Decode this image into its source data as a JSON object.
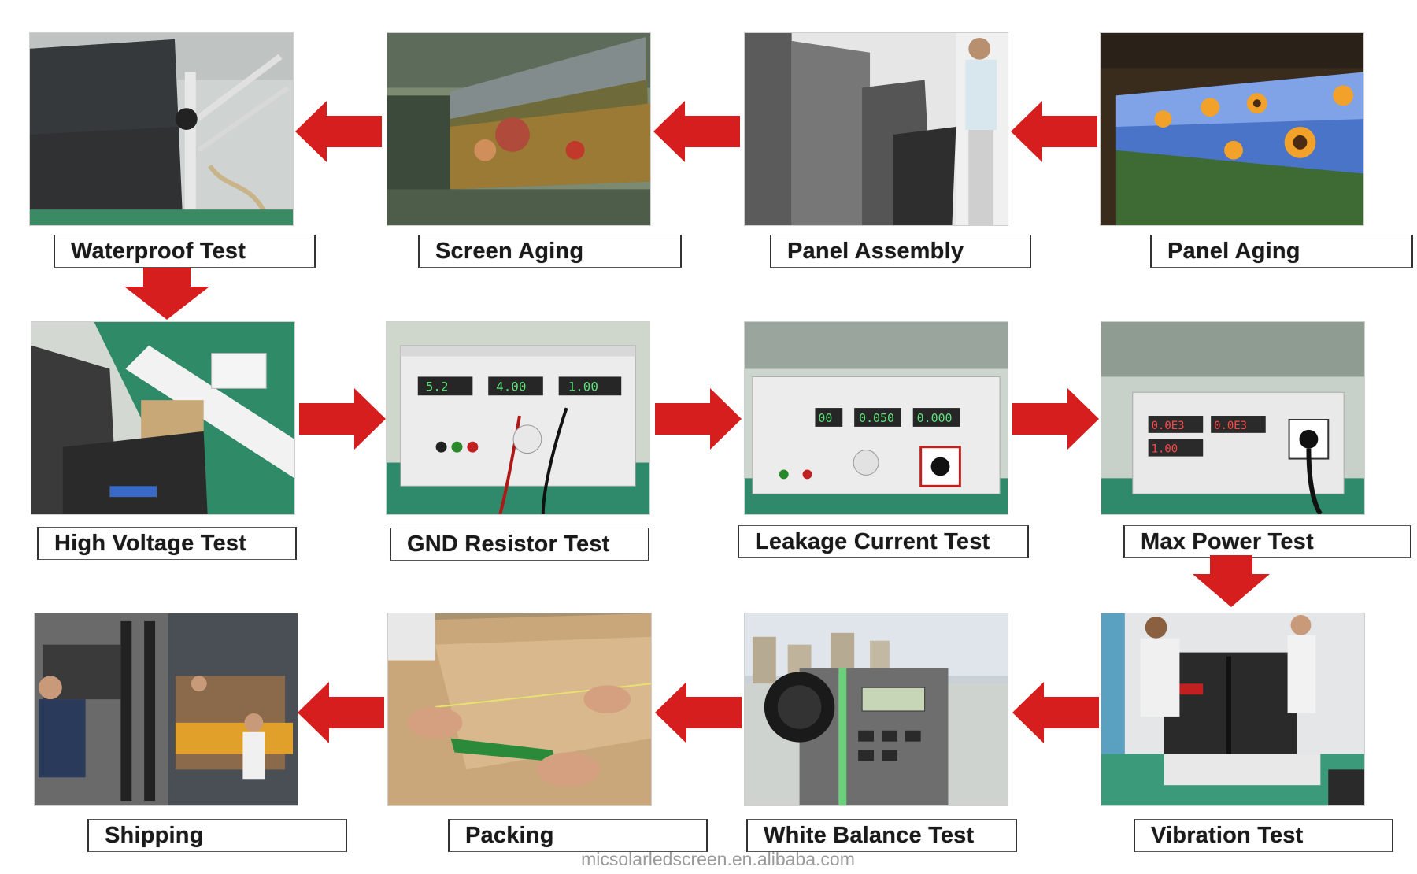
{
  "steps": [
    {
      "id": 1,
      "label": "Panel Aging"
    },
    {
      "id": 2,
      "label": "Panel Assembly"
    },
    {
      "id": 3,
      "label": "Screen Aging"
    },
    {
      "id": 4,
      "label": "Waterproof Test"
    },
    {
      "id": 5,
      "label": "High Voltage Test"
    },
    {
      "id": 6,
      "label": "GND Resistor Test"
    },
    {
      "id": 7,
      "label": "Leakage Current Test"
    },
    {
      "id": 8,
      "label": "Max Power Test"
    },
    {
      "id": 9,
      "label": "Vibration Test"
    },
    {
      "id": 10,
      "label": "White Balance Test"
    },
    {
      "id": 11,
      "label": "Packing"
    },
    {
      "id": 12,
      "label": "Shipping"
    }
  ],
  "meters": {
    "gnd": [
      "5.2",
      "4.00",
      "1.00"
    ],
    "leakage": [
      "00",
      "0.050",
      "0.000"
    ],
    "power": [
      "0.0E3",
      "0.0E3",
      "1.00"
    ]
  },
  "watermark": "micsolarledscreen.en.alibaba.com",
  "colors": {
    "arrow": "#d71e1e",
    "floor": "#2e8a6a",
    "panel": "#3a3a3a"
  }
}
